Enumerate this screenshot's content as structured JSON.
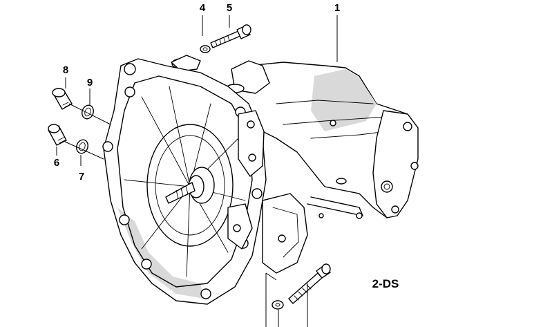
{
  "diagram": {
    "callouts": [
      {
        "id": "1",
        "label": "1"
      },
      {
        "id": "4",
        "label": "4"
      },
      {
        "id": "5",
        "label": "5"
      },
      {
        "id": "6",
        "label": "6"
      },
      {
        "id": "7",
        "label": "7"
      },
      {
        "id": "8",
        "label": "8"
      },
      {
        "id": "9",
        "label": "9"
      }
    ],
    "code_label": "2-DS"
  }
}
